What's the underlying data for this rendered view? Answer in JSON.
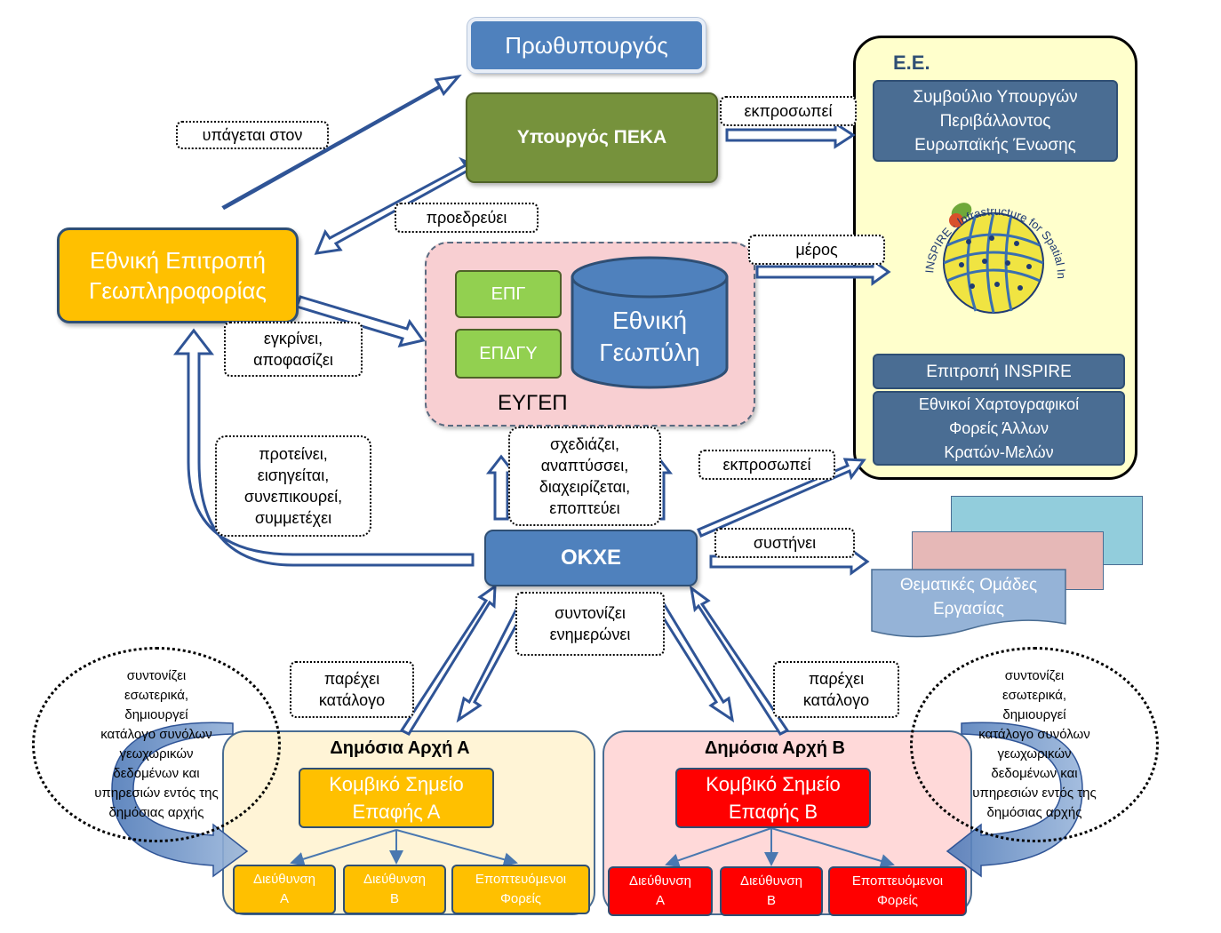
{
  "nodes": {
    "prime_minister": "Πρωθυπουργός",
    "minister_peka": "Υπουργός ΠΕΚΑ",
    "national_committee": "Εθνική Επιτροπή\nΓεωπληροφορίας",
    "epg": "ΕΠΓ",
    "epdgy": "ΕΠΔΓΥ",
    "geoportal": "Εθνική\nΓεωπύλη",
    "eygep": "ΕΥΓΕΠ",
    "okxe": "ΟΚΧΕ",
    "thematic_groups": "Θεματικές Ομάδες\nΕργασίας"
  },
  "eu": {
    "title": "Ε.Ε.",
    "council": "Συμβούλιο Υπουργών\nΠεριβάλλοντος\nΕυρωπαϊκής Ένωσης",
    "inspire_logo_text": "INSPIRE · Infrastructure for Spatial Information in Europe",
    "inspire_committee": "Επιτροπή INSPIRE",
    "mapping_agencies": "Εθνικοί Χαρτογραφικοί\nΦορείς Άλλων\nΚρατών-Μελών"
  },
  "authority_a": {
    "title": "Δημόσια Αρχή Α",
    "contact": "Κομβικό Σημείο\nΕπαφής Α",
    "sub": [
      "Διεύθυνση\nΑ",
      "Διεύθυνση\nΒ",
      "Εποπτευόμενοι\nΦορείς"
    ],
    "color": "#ffc000"
  },
  "authority_b": {
    "title": "Δημόσια Αρχή Β",
    "contact": "Κομβικό Σημείο\nΕπαφής Β",
    "sub": [
      "Διεύθυνση\nΑ",
      "Διεύθυνση\nΒ",
      "Εποπτευόμενοι\nΦορείς"
    ],
    "color": "#ff0000"
  },
  "labels": {
    "reports_to": "υπάγεται στον",
    "represents_top": "εκπροσωπεί",
    "chairs": "προεδρεύει",
    "part": "μέρος",
    "approves": "εγκρίνει,\nαποφασίζει",
    "proposes": "προτείνει,\nεισηγείται,\nσυνεπικουρεί,\nσυμμετέχει",
    "designs": "σχεδιάζει,\nαναπτύσσει,\nδιαχειρίζεται,\nεποπτεύει",
    "represents_bottom": "εκπροσωπεί",
    "establishes": "συστήνει",
    "coordinates": "συντονίζει\nενημερώνει",
    "catalog_a": "παρέχει\nκατάλογο",
    "catalog_b": "παρέχει\nκατάλογο",
    "internal_a": "συντονίζει\nεσωτερικά,\nδημιουργεί\nκατάλογο συνόλων\nγεωχωρικών\nδεδομένων και\nυπηρεσιών εντός της\nδημόσιας αρχής",
    "internal_b": "συντονίζει\nεσωτερικά,\nδημιουργεί\nκατάλογο συνόλων\nγεωχωρικών\nδεδομένων και\nυπηρεσιών εντός της\nδημόσιας αρχής"
  }
}
